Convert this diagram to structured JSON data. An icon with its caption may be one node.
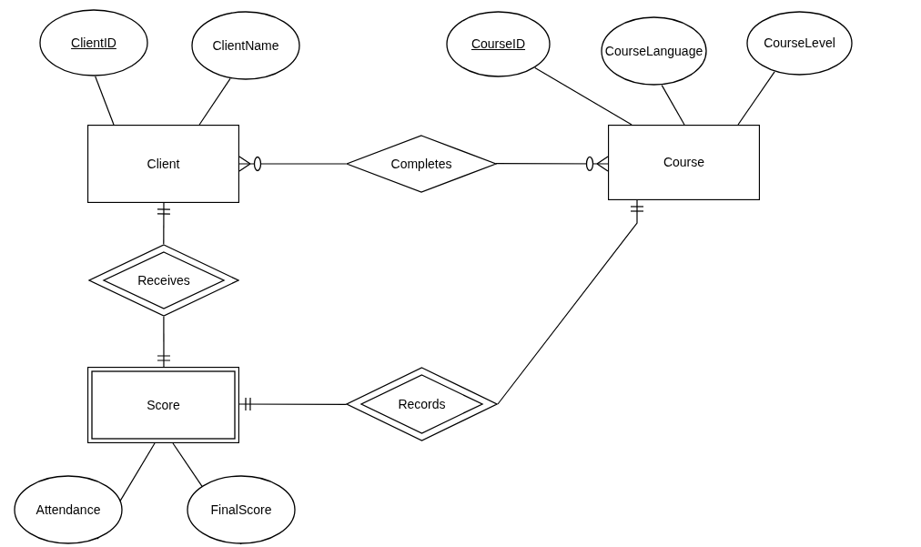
{
  "diagram": {
    "nodes": [
      {
        "text": [
          "ClientID"
        ]
      },
      {
        "text": [
          "ClientName"
        ]
      },
      {
        "text": [
          "Client"
        ]
      },
      {
        "text": [
          "Completes"
        ]
      },
      {
        "text": [
          "Course"
        ]
      },
      {
        "text": [
          "CourseID"
        ]
      },
      {
        "text": [
          "CourseLanguage"
        ]
      },
      {
        "text": [
          "CourseLevel"
        ]
      },
      {
        "text": [
          "Receives"
        ]
      },
      {
        "text": [
          "Score"
        ]
      },
      {
        "text": [
          "Records"
        ]
      },
      {
        "text": [
          "Attendance"
        ]
      },
      {
        "text": [
          "FinalScore"
        ]
      }
    ],
    "edges": [
      {
        "from": 0,
        "to": 2,
        "arrow": "none"
      },
      {
        "from": 1,
        "to": 2,
        "arrow": "none"
      },
      {
        "from": 2,
        "to": 3,
        "arrow": "other"
      },
      {
        "from": 3,
        "to": 4,
        "arrow": "other"
      },
      {
        "from": 5,
        "to": 4,
        "arrow": "none"
      },
      {
        "from": 6,
        "to": 4,
        "arrow": "none"
      },
      {
        "from": 7,
        "to": 4,
        "arrow": "none"
      },
      {
        "from": 2,
        "to": 8,
        "arrow": "other"
      },
      {
        "from": 8,
        "to": 9,
        "arrow": "other"
      },
      {
        "from": 9,
        "to": 10,
        "arrow": "other"
      },
      {
        "from": 10,
        "to": 4,
        "arrow": "other"
      },
      {
        "from": 9,
        "to": 11,
        "arrow": "none"
      },
      {
        "from": 9,
        "to": 12,
        "arrow": "none"
      }
    ]
  }
}
